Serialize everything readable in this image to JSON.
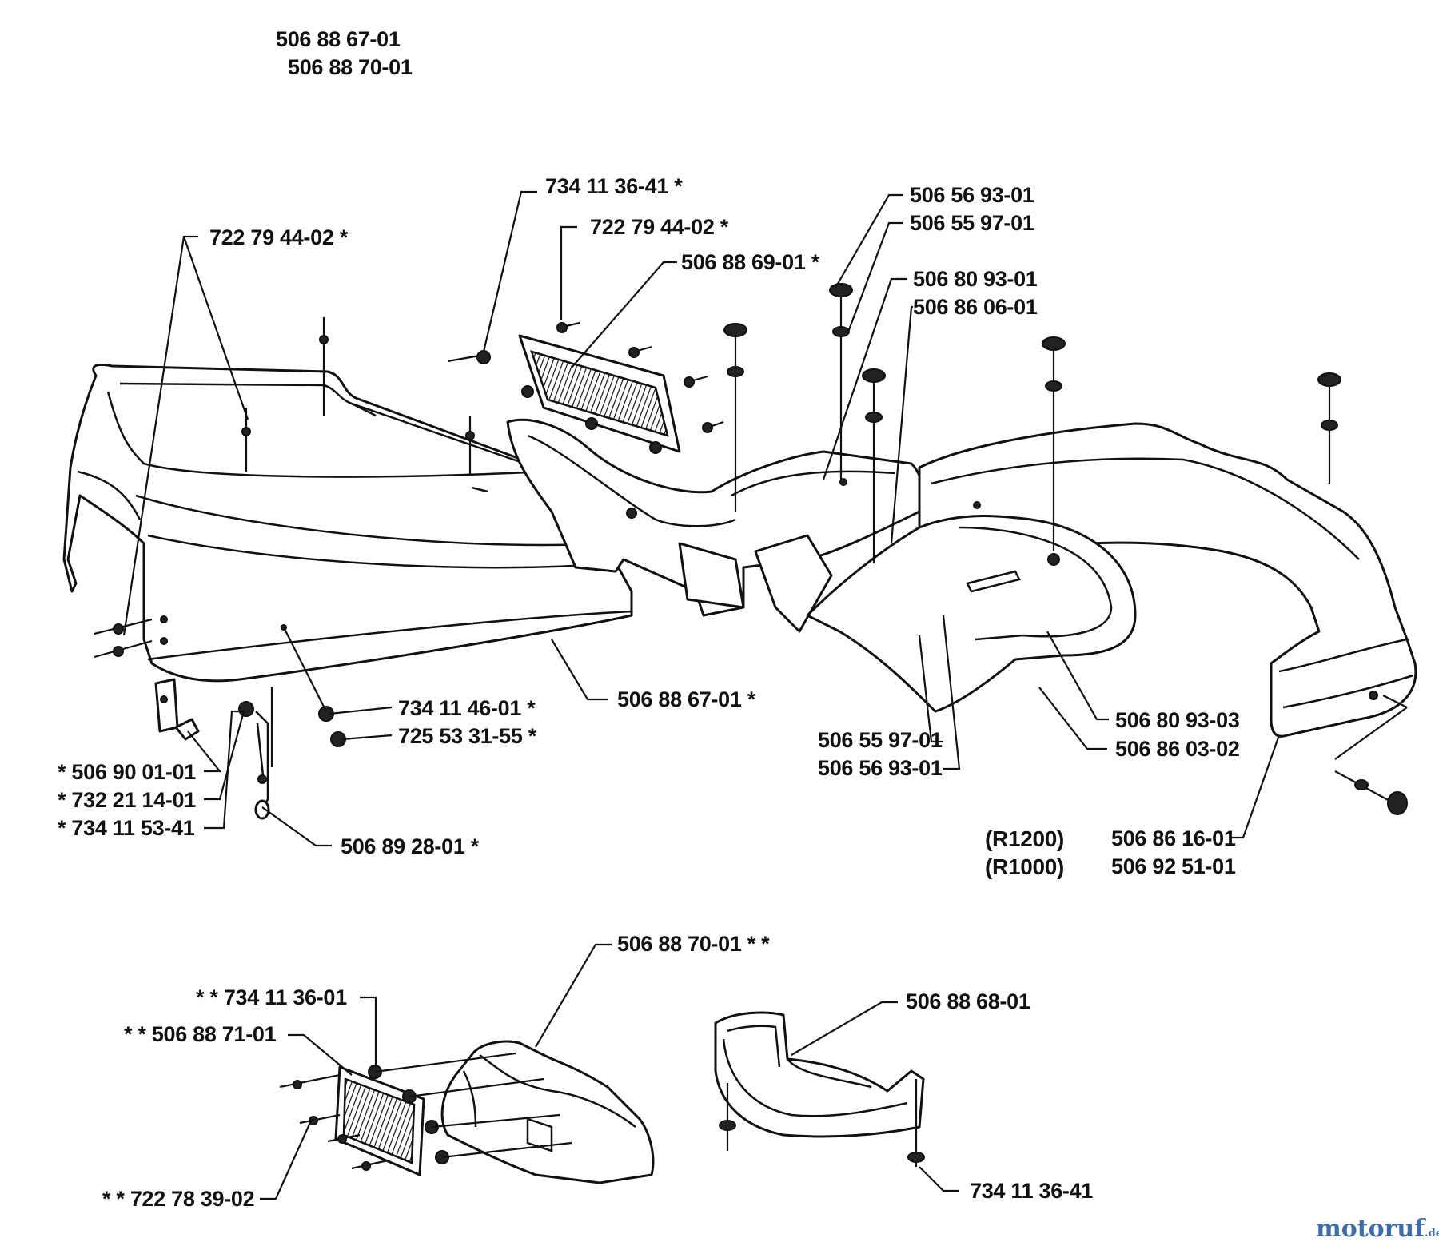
{
  "header": {
    "line1": "506 88 67-01",
    "line2": "506 88 70-01"
  },
  "labels": {
    "l_722_79_44_02_left": "722 79 44-02  *",
    "l_734_11_36_41_top": "734 11 36-41  *",
    "l_722_79_44_02_mid": "722 79 44-02  *",
    "l_506_88_69_01": "506 88 69-01  *",
    "l_506_56_93_01_top": "506 56 93-01",
    "l_506_55_97_01_top": "506 55 97-01",
    "l_506_80_93_01": "506 80 93-01",
    "l_506_86_06_01": "506 86 06-01",
    "l_734_11_46_01": "734 11 46-01  *",
    "l_725_53_31_55": "725 53 31-55  *",
    "l_506_88_67_01": "506 88 67-01  *",
    "l_506_90_01_01": "*  506 90 01-01",
    "l_732_21_14_01": "*  732 21 14-01",
    "l_734_11_53_41": "*  734 11 53-41",
    "l_506_89_28_01": "506 89 28-01  *",
    "l_506_55_97_01_low": "506 55 97-01",
    "l_506_56_93_01_low": "506 56 93-01",
    "l_506_80_93_03": "506 80 93-03",
    "l_506_86_03_02": "506 86 03-02",
    "l_506_86_16_01": "506 86 16-01",
    "l_506_92_51_01": "506 92 51-01",
    "l_506_88_70_01": "506 88 70-01  * *",
    "l_734_11_36_01": "* *  734 11 36-01",
    "l_506_88_71_01": "* *  506 88 71-01",
    "l_722_78_39_02": "* *  722 78 39-02",
    "l_506_88_68_01": "506 88 68-01",
    "l_734_11_36_41_low": "734 11 36-41"
  },
  "models": {
    "r1200": "(R1200)",
    "r1000": "(R1000)"
  },
  "watermark": {
    "text": "motoruf",
    "suffix": ".de"
  }
}
